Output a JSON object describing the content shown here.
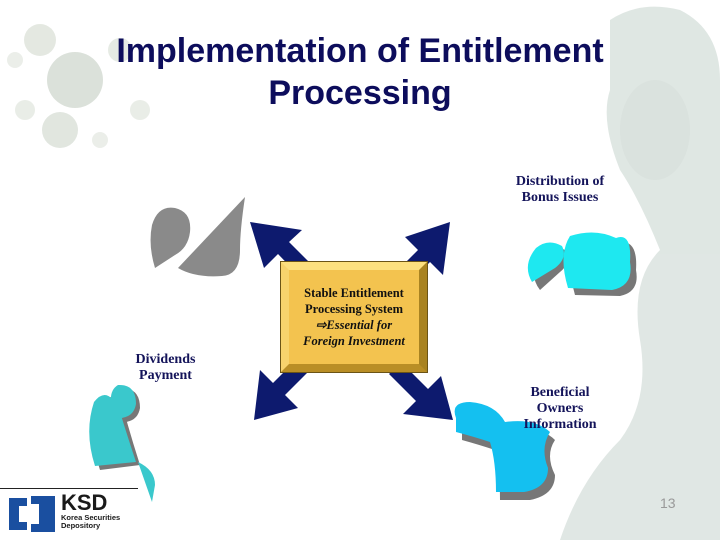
{
  "slide": {
    "title_line1": "Implementation of Entitlement",
    "title_line2": "Processing",
    "page_number": "13"
  },
  "diagram": {
    "center": {
      "line1": "Stable Entitlement",
      "line2": "Processing System",
      "arrow_glyph": "⇨",
      "line3": "Essential for",
      "line4": "Foreign Investment",
      "color": "#f3c34f"
    },
    "labels": {
      "top_right_line1": "Distribution of",
      "top_right_line2": "Bonus Issues",
      "bottom_left_line1": "Dividends",
      "bottom_left_line2": "Payment",
      "bottom_right_line1": "Beneficial",
      "bottom_right_line2": "Owners",
      "bottom_right_line3": "Information"
    },
    "arrow_color": "#0d1a6e",
    "shape_colors": {
      "gray": "#8a8a8a",
      "cyan": "#1ee8f0",
      "teal": "#3ac8cc",
      "sky": "#14c0f0",
      "shadow": "#777777"
    }
  },
  "logo": {
    "name": "KSD",
    "subtitle_line1": "Korea Securities",
    "subtitle_line2": "Depository",
    "color": "#1a4fa0"
  }
}
